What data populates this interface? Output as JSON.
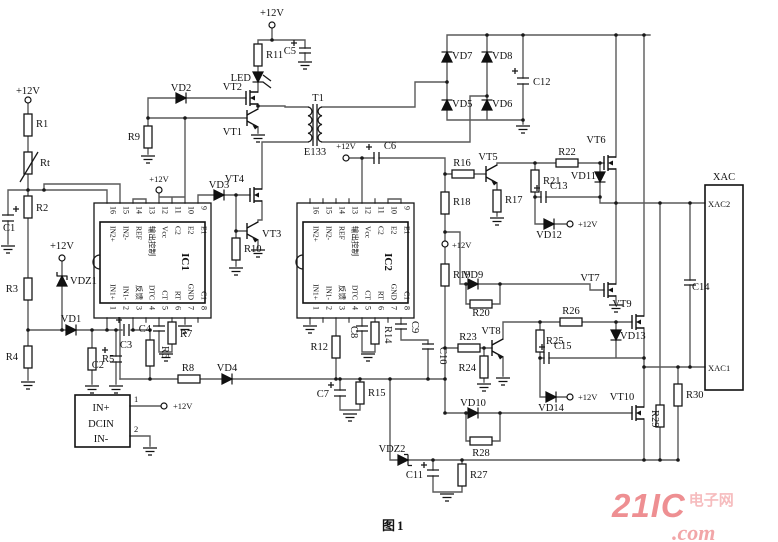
{
  "power_label": "+12V",
  "caption": "图1",
  "components": {
    "r1": "R1",
    "rt": "Rt",
    "r2": "R2",
    "r3": "R3",
    "r4": "R4",
    "r5": "R5",
    "r6": "R6",
    "r7": "R7",
    "r8": "R8",
    "r9": "R9",
    "r10": "R10",
    "r11": "R11",
    "r12": "R12",
    "r14": "R14",
    "r15": "R15",
    "r16": "R16",
    "r17": "R17",
    "r18": "R18",
    "r19": "R19",
    "r20": "R20",
    "r21": "R21",
    "r22": "R22",
    "r23": "R23",
    "r24": "R24",
    "r25": "R25",
    "r26": "R26",
    "r27": "R27",
    "r28": "R28",
    "r29": "R29",
    "r30": "R30",
    "c1": "C1",
    "c2": "C2",
    "c3": "C3",
    "c4": "C4",
    "c5": "C5",
    "c6": "C6",
    "c7": "C7",
    "c8": "C8",
    "c9": "C9",
    "c10": "C10",
    "c11": "C11",
    "c12": "C12",
    "c13": "C13",
    "c14": "C14",
    "c15": "C15",
    "vd1": "VD1",
    "vd2": "VD2",
    "vd3": "VD3",
    "vd4": "VD4",
    "vd5": "VD5",
    "vd6": "VD6",
    "vd7": "VD7",
    "vd8": "VD8",
    "vd9": "VD9",
    "vd10": "VD10",
    "vd11": "VD11",
    "vd12": "VD12",
    "vd13": "VD13",
    "vd14": "VD14",
    "vdz1": "VDZ1",
    "vdz2": "VDZ2",
    "led": "LED",
    "vt1": "VT1",
    "vt2": "VT2",
    "vt3": "VT3",
    "vt4": "VT4",
    "vt5": "VT5",
    "vt6": "VT6",
    "vt7": "VT7",
    "vt8": "VT8",
    "vt9": "VT9",
    "vt10": "VT10",
    "t1": "T1",
    "t1_core": "E133"
  },
  "ic": {
    "ic1": "IC1",
    "ic2": "IC2",
    "pins_top_numbers": [
      "16",
      "15",
      "14",
      "13",
      "12",
      "11",
      "10",
      "9"
    ],
    "pins_top_labels": [
      "IN2+",
      "IN2-",
      "REF",
      "输出控制",
      "Vcc",
      "C2",
      "E2",
      "E1"
    ],
    "pins_bottom_numbers": [
      "1",
      "2",
      "3",
      "4",
      "5",
      "6",
      "7",
      "8"
    ],
    "pins_bottom_labels": [
      "IN1+",
      "IN1-",
      "反馈",
      "DTC",
      "CT",
      "RT",
      "GND",
      "C1"
    ]
  },
  "dcin": {
    "name": "DCIN",
    "in_plus": "IN+",
    "in_minus": "IN-",
    "pin1": "1",
    "pin2": "2"
  },
  "xac": {
    "name": "XAC",
    "pin2": "XAC2",
    "pin1": "XAC1"
  },
  "watermark": {
    "brand": "21IC",
    "cn": "电子网",
    "dot": ".",
    "domain": "com",
    "brand_color": "#ee8f92",
    "cn_color": "#f6bcbe",
    "com_color": "#f2a6a8"
  }
}
